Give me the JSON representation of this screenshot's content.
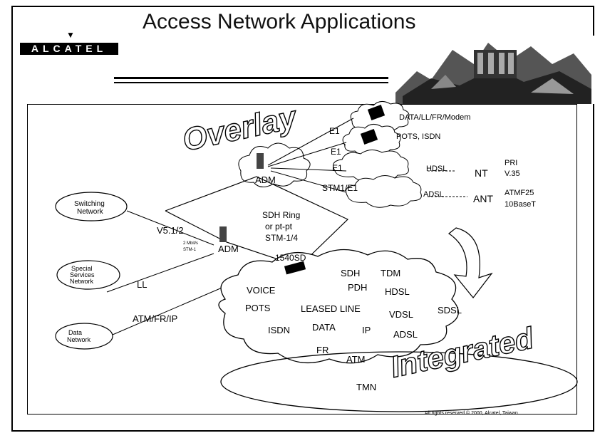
{
  "title": "Access Network Applications",
  "logo": "ALCATEL",
  "footer": "All rights reserved © 2000, Alcatel, Taiwan",
  "labels": {
    "overlay": "Overlay",
    "integrated": "Integrated",
    "adm_top": "ADM",
    "adm_left": "ADM",
    "e1_a": "E1",
    "e1_b": "E1",
    "e1_c": "E1",
    "stm1_e1": "STM1/E1",
    "data_ll": "DATA/LL/FR/Modem",
    "pots_isdn": "POTS, ISDN",
    "hdsl": "HDSL",
    "adsl": "ADSL",
    "nt": "NT",
    "ant": "ANT",
    "pri": "PRI",
    "v35": "V.35",
    "atmf25": "ATMF25",
    "base10t": "10BaseT",
    "sdh_ring_1": "SDH Ring",
    "sdh_ring_2": "or pt-pt",
    "sdh_ring_3": "STM-1/4",
    "switching_1": "Switching",
    "switching_2": "Network",
    "v512": "V5.1/2",
    "mbits_1": "2 Mbit/s",
    "mbits_2": "STM-1",
    "special_1": "Special",
    "special_2": "Services",
    "special_3": "Network",
    "ll": "LL",
    "data_net_1": "Data",
    "data_net_2": "Network",
    "atm_fr_ip": "ATM/FR/IP",
    "sd1540": "1540SD",
    "voice": "VOICE",
    "pots": "POTS",
    "isdn": "ISDN",
    "fr": "FR",
    "atm": "ATM",
    "tmn": "TMN",
    "sdh": "SDH",
    "tdm": "TDM",
    "pdh": "PDH",
    "hdsl2": "HDSL",
    "leased": "LEASED LINE",
    "vdsl": "VDSL",
    "sdsl": "SDSL",
    "data2": "DATA",
    "ip": "IP",
    "adsl2": "ADSL"
  }
}
